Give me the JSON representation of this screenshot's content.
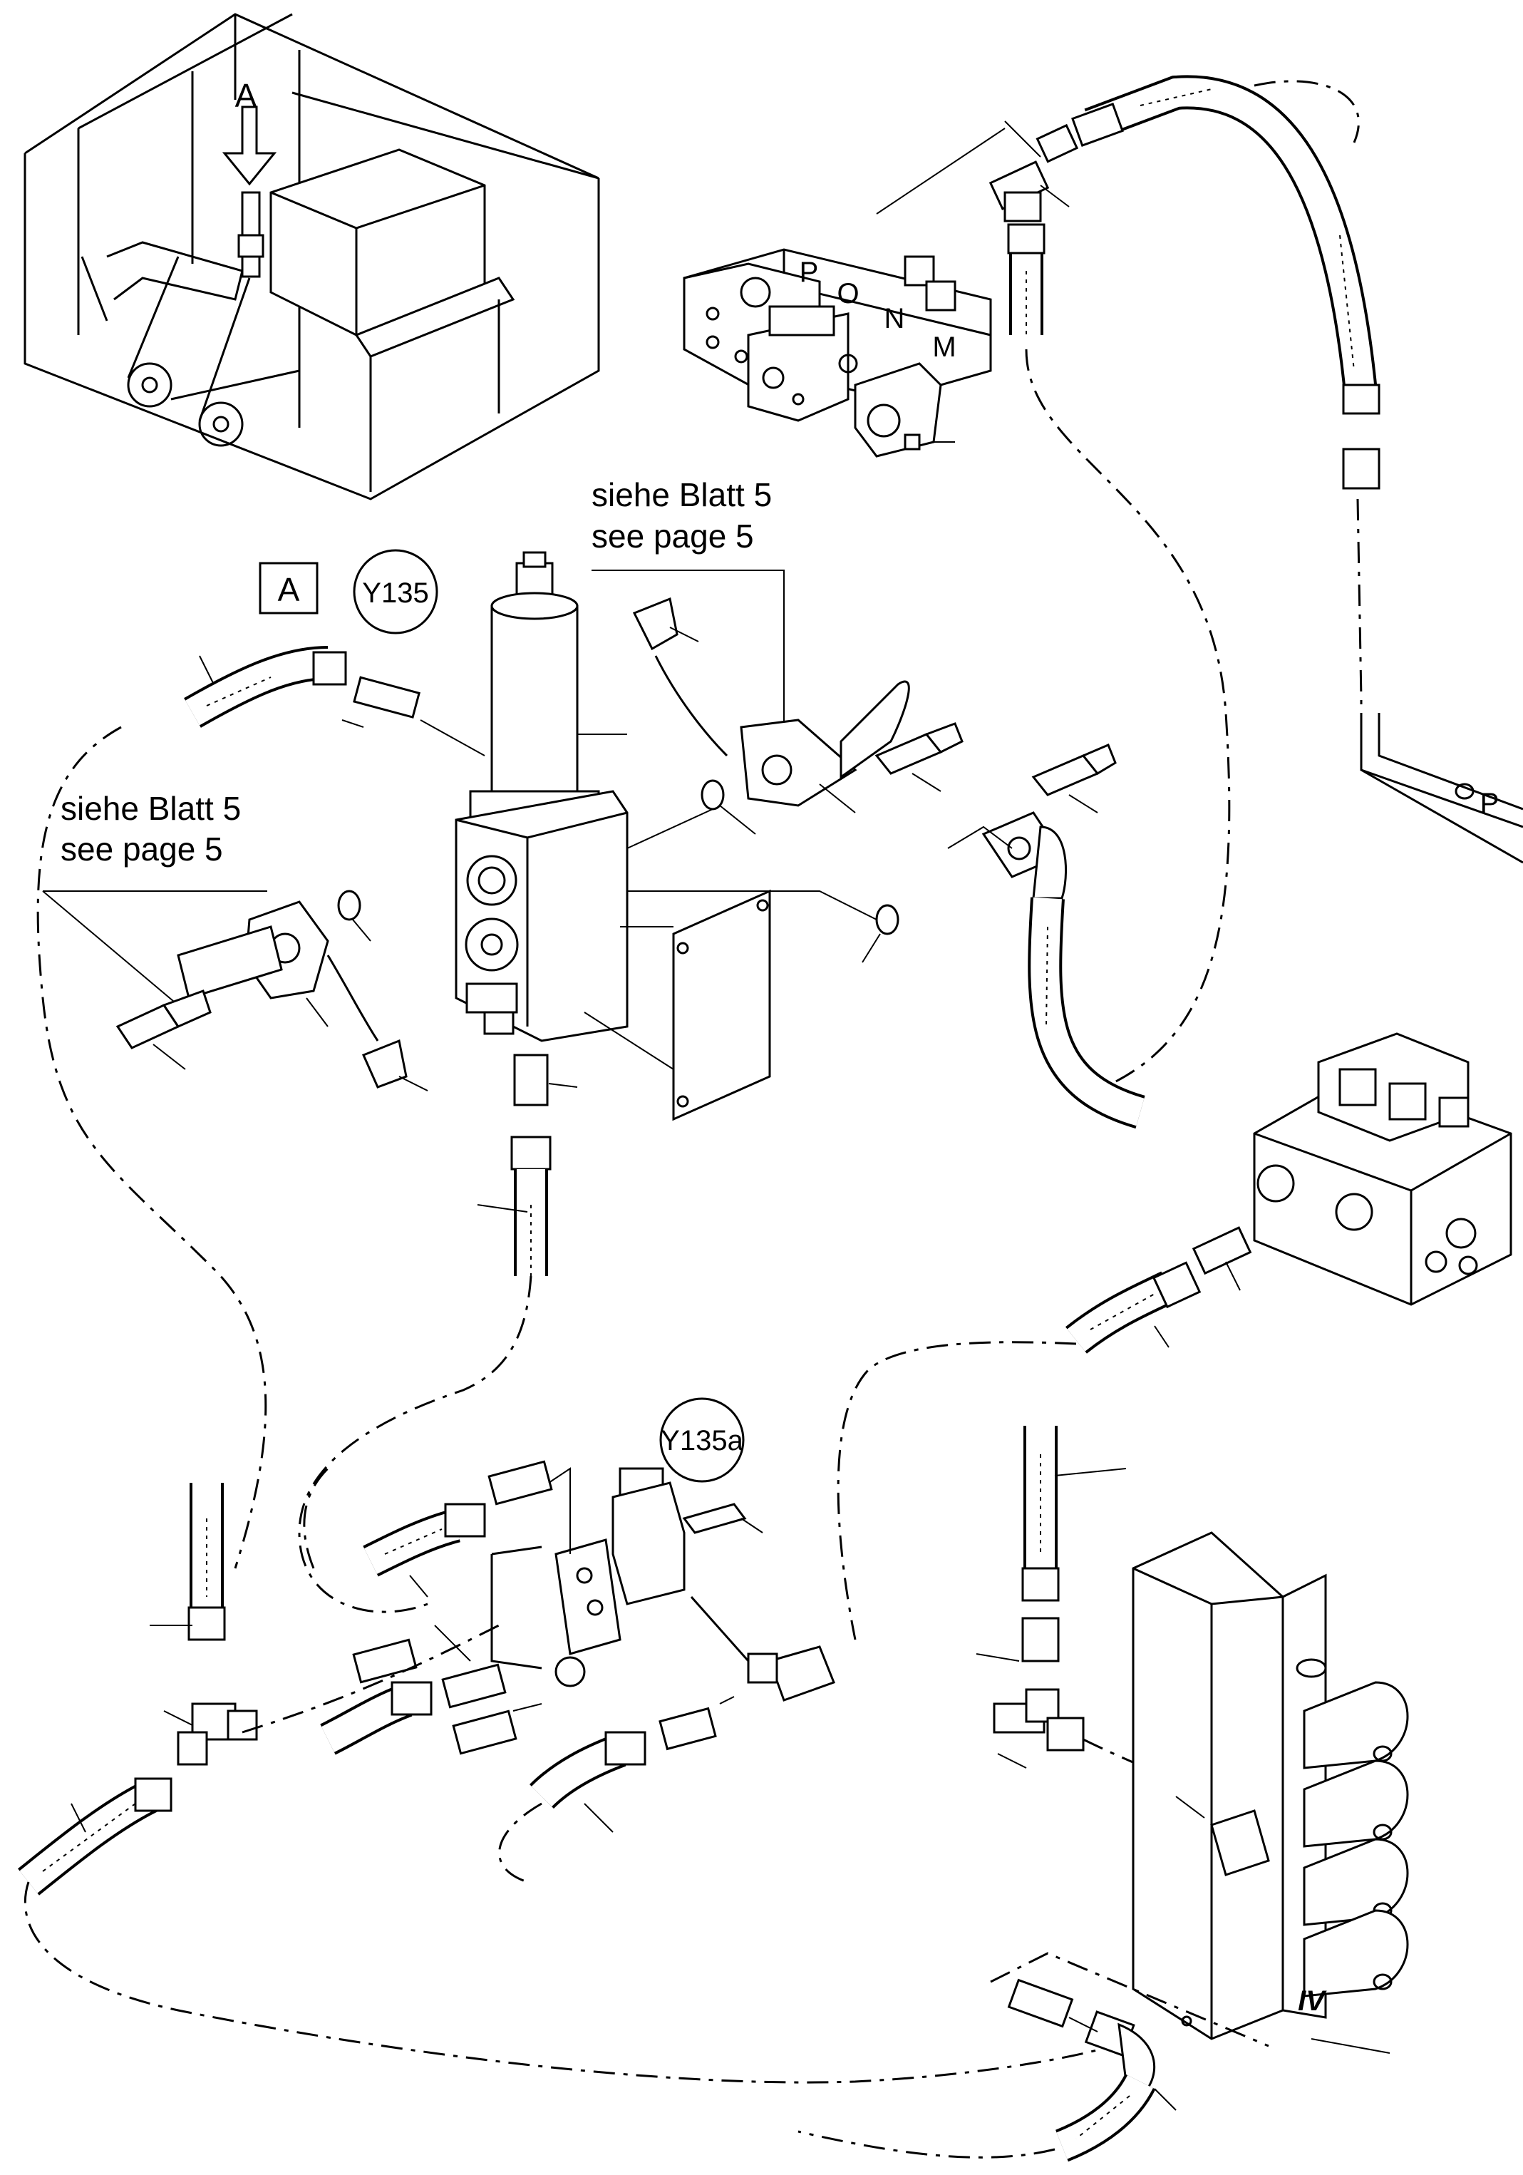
{
  "labels": {
    "view_arrow": "A",
    "detail_box": "A",
    "ref_upper_de": "siehe Blatt 5",
    "ref_upper_en": "see page 5",
    "ref_left_de": "siehe Blatt 5",
    "ref_left_en": "see page 5",
    "solenoid_main": "Y135",
    "solenoid_small": "Y135a",
    "port_p_block": "P",
    "port_o_block": "O",
    "port_n_block": "N",
    "port_m_block": "M",
    "port_p_frame": "P",
    "valve_section": "IV"
  }
}
